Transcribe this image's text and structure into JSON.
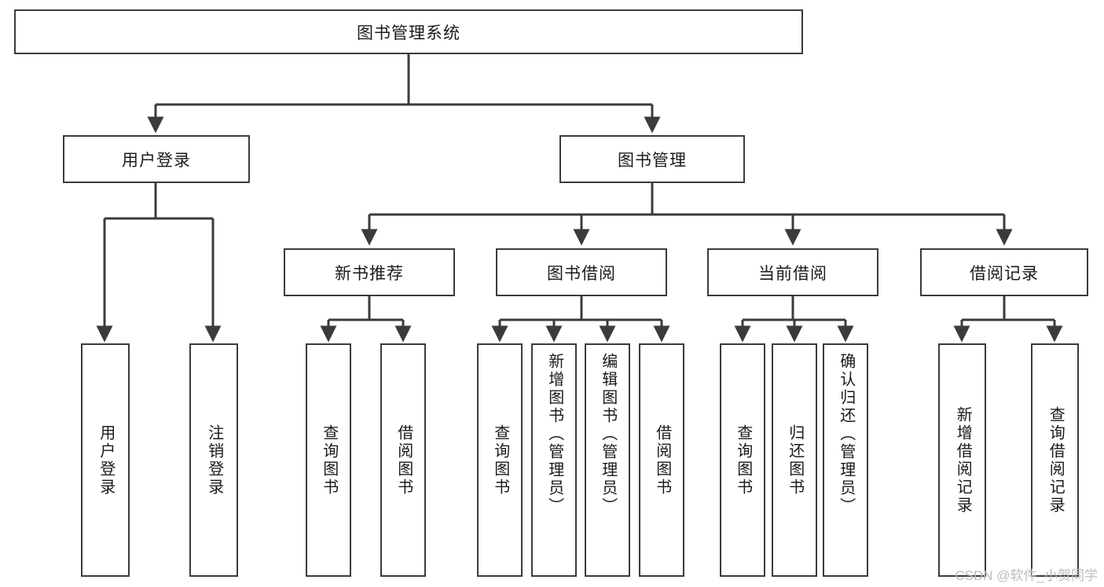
{
  "diagram": {
    "title": "图书管理系统",
    "type": "hierarchy-tree",
    "colors": {
      "stroke": "#3b3b3b",
      "fill": "#ffffff",
      "text": "#1a1a1a",
      "watermark": "#bdbdbd"
    },
    "root": {
      "label": "图书管理系统"
    },
    "level2": [
      {
        "label": "用户登录"
      },
      {
        "label": "图书管理"
      }
    ],
    "level3": [
      {
        "label": "新书推荐"
      },
      {
        "label": "图书借阅"
      },
      {
        "label": "当前借阅"
      },
      {
        "label": "借阅记录"
      }
    ],
    "leaves": {
      "user_login": [
        {
          "label": "用户登录"
        },
        {
          "label": "注销登录"
        }
      ],
      "new_book": [
        {
          "label": "查询图书"
        },
        {
          "label": "借阅图书"
        }
      ],
      "book_borrow": [
        {
          "label": "查询图书"
        },
        {
          "label": "新增图书（管理员）"
        },
        {
          "label": "编辑图书（管理员）"
        },
        {
          "label": "借阅图书"
        }
      ],
      "current_borrow": [
        {
          "label": "查询图书"
        },
        {
          "label": "归还图书"
        },
        {
          "label": "确认归还（管理员）"
        }
      ],
      "borrow_record": [
        {
          "label": "新增借阅记录"
        },
        {
          "label": "查询借阅记录"
        }
      ]
    }
  },
  "watermark": {
    "text": "CSDN @软件_小贺同学"
  }
}
